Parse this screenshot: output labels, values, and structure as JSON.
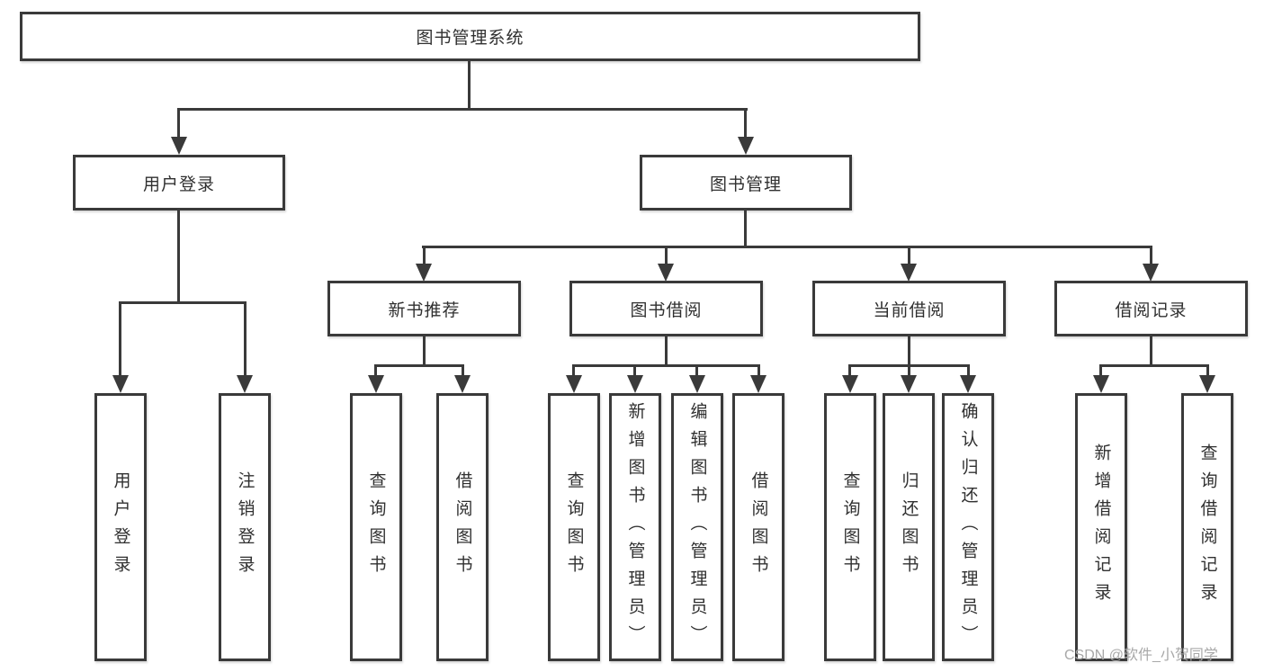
{
  "diagram": {
    "root": {
      "label": "图书管理系统"
    },
    "level2": [
      {
        "label": "用户登录"
      },
      {
        "label": "图书管理"
      }
    ],
    "level3": [
      {
        "label": "新书推荐"
      },
      {
        "label": "图书借阅"
      },
      {
        "label": "当前借阅"
      },
      {
        "label": "借阅记录"
      }
    ],
    "leaves": [
      {
        "label": "用户登录"
      },
      {
        "label": "注销登录"
      },
      {
        "label": "查询图书"
      },
      {
        "label": "借阅图书"
      },
      {
        "label": "查询图书"
      },
      {
        "label": "新增图书（管理员）"
      },
      {
        "label": "编辑图书（管理员）"
      },
      {
        "label": "借阅图书"
      },
      {
        "label": "查询图书"
      },
      {
        "label": "归还图书"
      },
      {
        "label": "确认归还（管理员）"
      },
      {
        "label": "新增借阅记录"
      },
      {
        "label": "查询借阅记录"
      }
    ]
  },
  "watermark": "CSDN @软件_小贺同学",
  "colors": {
    "line": "#3a3a3a",
    "text": "#303030",
    "watermark": "#a8a8a8",
    "background": "#ffffff"
  }
}
